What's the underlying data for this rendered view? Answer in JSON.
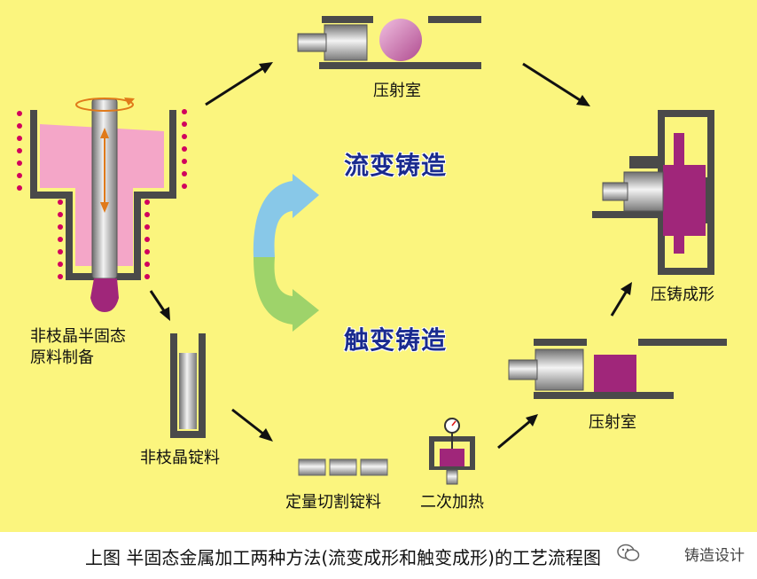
{
  "labels": {
    "shot_chamber_top": "压射室",
    "shot_chamber_bottom": "压射室",
    "die_casting": "压铸成形",
    "feedstock": "非枝晶半固态\n原料制备",
    "ingot": "非枝晶锭料",
    "cut_ingot": "定量切割锭料",
    "reheat": "二次加热"
  },
  "process": {
    "rheocasting": "流变铸造",
    "thixocasting": "触变铸造"
  },
  "caption": "上图 半固态金属加工两种方法(流变成形和触变成形)的工艺流程图",
  "watermark": "铸造设计",
  "colors": {
    "background": "#fbf57e",
    "slurry": "#f4a6c8",
    "billet": "#a0267a",
    "steel": "#555555",
    "heating_coil": "#d1005d",
    "rheo_arrow": "#88c8e8",
    "thixo_arrow": "#9ed36a",
    "title_text": "#1a2b8f"
  },
  "icons": [
    "rotation-arrow-icon",
    "thermometer-gauge-icon",
    "wechat-icon"
  ]
}
